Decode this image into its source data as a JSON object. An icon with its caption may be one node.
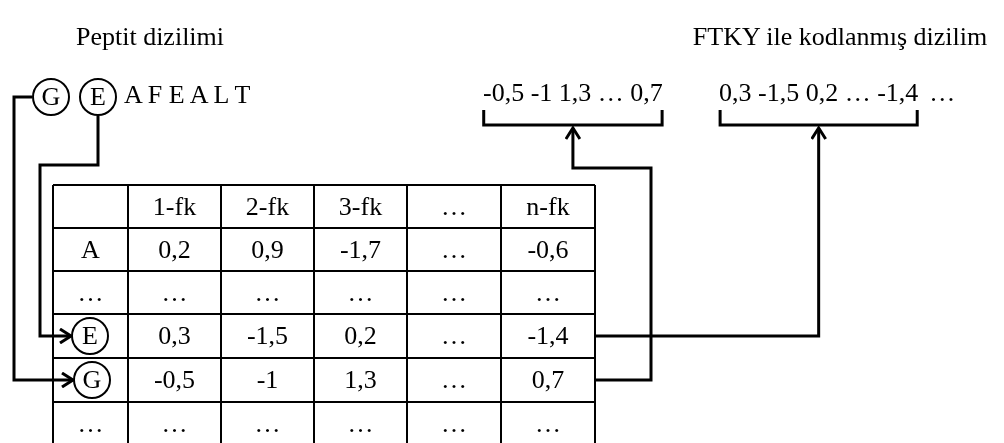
{
  "diagram": {
    "nodes": [
      {
        "text": [
          "G"
        ]
      },
      {
        "text": [
          "E"
        ]
      },
      {
        "text": [
          "-0,5 -1 1,3 … 0,7"
        ]
      },
      {
        "text": [
          "0,3 -1,5 0,2 … -1,4"
        ]
      },
      {
        "text": [
          "E"
        ]
      },
      {
        "text": [
          "-1,4"
        ]
      },
      {
        "text": [
          "G"
        ]
      },
      {
        "text": [
          "0,7"
        ]
      }
    ],
    "edges": [
      {
        "from": 0,
        "to": 6,
        "arrow": "to"
      },
      {
        "from": 1,
        "to": 4,
        "arrow": "to"
      },
      {
        "from": 7,
        "to": 2,
        "arrow": "to"
      },
      {
        "from": 5,
        "to": 3,
        "arrow": "to"
      }
    ],
    "labels": [
      "Peptit dizilimi",
      "FTKY ile kodlanmış dizilim",
      "A F E A L T",
      "…",
      "1-fk",
      "2-fk",
      "3-fk",
      "…",
      "n-fk",
      "A",
      "0,2",
      "0,9",
      "-1,7",
      "…",
      "-0,6",
      "…",
      "…",
      "…",
      "…",
      "…",
      "…",
      "0,3",
      "-1,5",
      "0,2",
      "…",
      "-0,5",
      "-1",
      "1,3",
      "…",
      "…",
      "…",
      "…",
      "…",
      "…",
      "…"
    ]
  }
}
